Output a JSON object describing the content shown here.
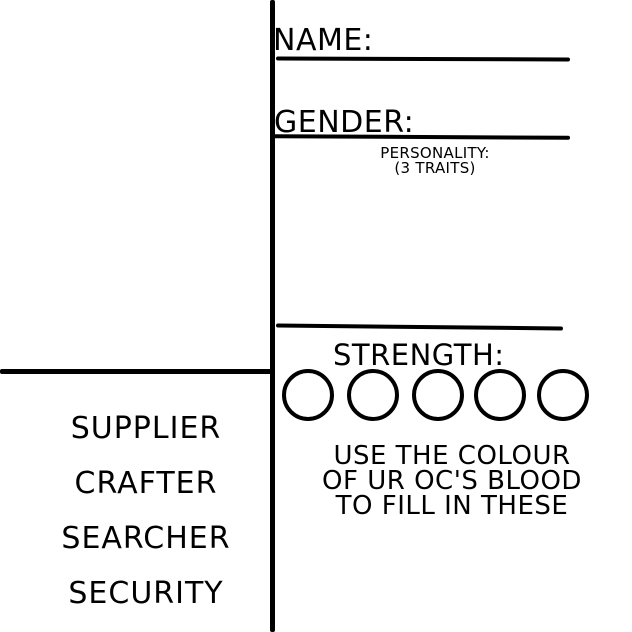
{
  "sheet": {
    "fields": {
      "name_label": "NAME:",
      "gender_label": "GENDER:",
      "personality_line1": "PERSONALITY:",
      "personality_line2": "(3 TRAITS)",
      "strength_label": "STRENGTH:"
    },
    "strength": {
      "circle_count": 5
    },
    "instructions": {
      "line1": "USE THE COLOUR",
      "line2": "OF UR OC'S BLOOD",
      "line3": "TO FILL IN THESE"
    },
    "roles": [
      "SUPPLIER",
      "CRAFTER",
      "SEARCHER",
      "SECURITY"
    ]
  }
}
